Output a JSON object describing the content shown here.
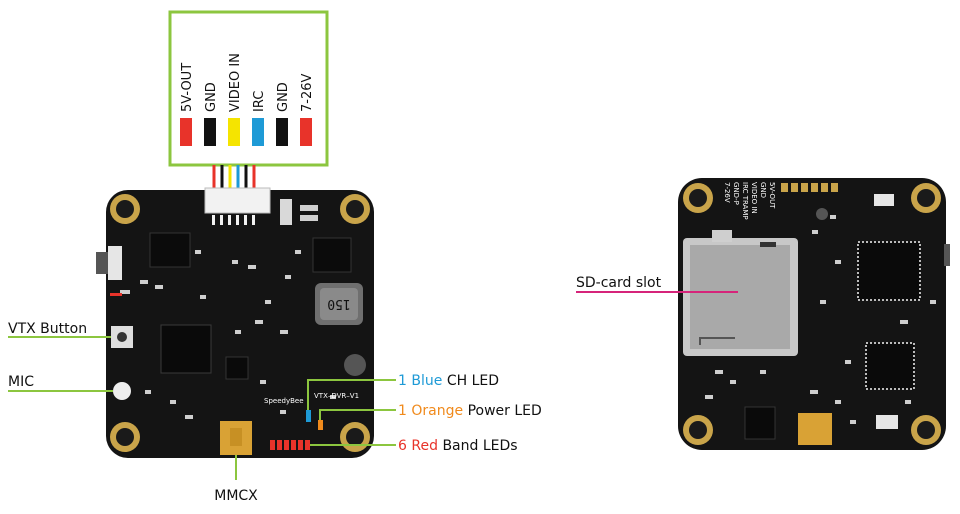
{
  "connector": {
    "pins": [
      {
        "label": "5V-OUT",
        "color": "#e8332a"
      },
      {
        "label": "GND",
        "color": "#111111"
      },
      {
        "label": "VIDEO IN",
        "color": "#f5e400"
      },
      {
        "label": "IRC",
        "color": "#1e9ad6"
      },
      {
        "label": "GND",
        "color": "#111111"
      },
      {
        "label": "7-26V",
        "color": "#e8332a"
      }
    ],
    "border_color": "#8cc63f"
  },
  "front": {
    "inductor_text": "150",
    "brand_text": "SpeedyBee",
    "model_text": "VTX–DVR–V1"
  },
  "callouts": {
    "vtx_button": "VTX Button",
    "mic": "MIC",
    "mmcx": "MMCX",
    "blue_led": {
      "num": "1",
      "color_word": "Blue",
      "rest": "CH LED",
      "color": "#1e9ad6"
    },
    "orange_led": {
      "num": "1",
      "color_word": "Orange",
      "rest": "Power LED",
      "color": "#f08a1c"
    },
    "red_led": {
      "num": "6",
      "color_word": "Red",
      "rest": "Band LEDs",
      "color": "#e8332a"
    },
    "sd_slot": "SD-card slot",
    "line_color": "#8cc63f",
    "sd_line_color": "#d6247a"
  },
  "back": {
    "silk_labels": [
      "5V-OUT",
      "GND",
      "VIDEO IN",
      "IRC TRAMP",
      "GND-P",
      "7-26V"
    ]
  }
}
